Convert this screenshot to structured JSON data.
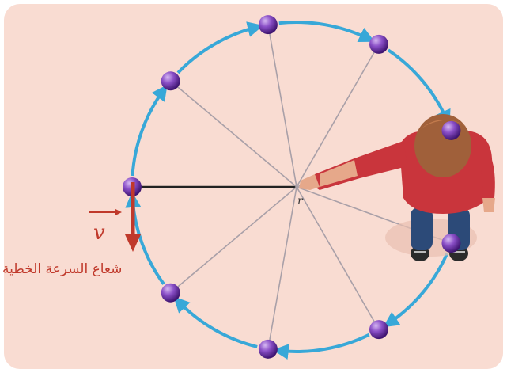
{
  "diagram": {
    "radius_label": "r",
    "velocity_symbol": "v",
    "velocity_caption": "شعاع السرعة الخطية",
    "ball_count": 9,
    "colors": {
      "panel": "#f9dcd2",
      "path": "#38a8d8",
      "spoke": "#a9a0a8",
      "ball": "#6a2fa0",
      "arrow": "#c0392b",
      "shirt": "#c9353c",
      "hair": "#a0603a",
      "jeans": "#2c4a78"
    }
  }
}
